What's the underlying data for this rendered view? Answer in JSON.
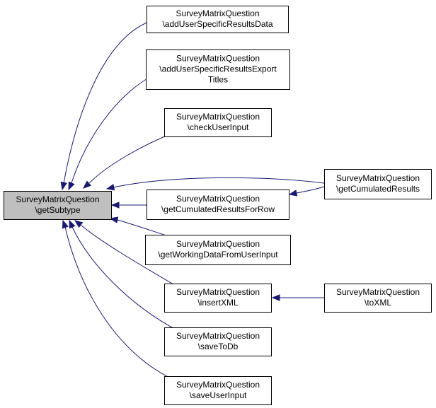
{
  "nodes": [
    {
      "id": "getSubtype",
      "lines": [
        "SurveyMatrixQuestion",
        "\\getSubtype"
      ],
      "focus": true
    },
    {
      "id": "addUserSpecificResultsData",
      "lines": [
        "SurveyMatrixQuestion",
        "\\addUserSpecificResultsData"
      ]
    },
    {
      "id": "addUserSpecificResultsExportTitles",
      "lines": [
        "SurveyMatrixQuestion",
        "\\addUserSpecificResultsExport",
        "Titles"
      ]
    },
    {
      "id": "checkUserInput",
      "lines": [
        "SurveyMatrixQuestion",
        "\\checkUserInput"
      ]
    },
    {
      "id": "getCumulatedResultsForRow",
      "lines": [
        "SurveyMatrixQuestion",
        "\\getCumulatedResultsForRow"
      ]
    },
    {
      "id": "getWorkingDataFromUserInput",
      "lines": [
        "SurveyMatrixQuestion",
        "\\getWorkingDataFromUserInput"
      ]
    },
    {
      "id": "insertXML",
      "lines": [
        "SurveyMatrixQuestion",
        "\\insertXML"
      ]
    },
    {
      "id": "saveToDb",
      "lines": [
        "SurveyMatrixQuestion",
        "\\saveToDb"
      ]
    },
    {
      "id": "saveUserInput",
      "lines": [
        "SurveyMatrixQuestion",
        "\\saveUserInput"
      ]
    },
    {
      "id": "getCumulatedResults",
      "lines": [
        "SurveyMatrixQuestion",
        "\\getCumulatedResults"
      ]
    },
    {
      "id": "toXML",
      "lines": [
        "SurveyMatrixQuestion",
        "\\toXML"
      ]
    }
  ],
  "edges": [
    {
      "from": "addUserSpecificResultsData",
      "to": "getSubtype"
    },
    {
      "from": "addUserSpecificResultsExportTitles",
      "to": "getSubtype"
    },
    {
      "from": "checkUserInput",
      "to": "getSubtype"
    },
    {
      "from": "getCumulatedResults",
      "to": "getSubtype"
    },
    {
      "from": "getCumulatedResultsForRow",
      "to": "getSubtype"
    },
    {
      "from": "getWorkingDataFromUserInput",
      "to": "getSubtype"
    },
    {
      "from": "insertXML",
      "to": "getSubtype"
    },
    {
      "from": "saveToDb",
      "to": "getSubtype"
    },
    {
      "from": "saveUserInput",
      "to": "getSubtype"
    },
    {
      "from": "getCumulatedResults",
      "to": "getCumulatedResultsForRow"
    },
    {
      "from": "toXML",
      "to": "insertXML"
    }
  ],
  "colors": {
    "edge": "#191970",
    "focus_fill": "#bfbfbf",
    "border": "#000000"
  }
}
